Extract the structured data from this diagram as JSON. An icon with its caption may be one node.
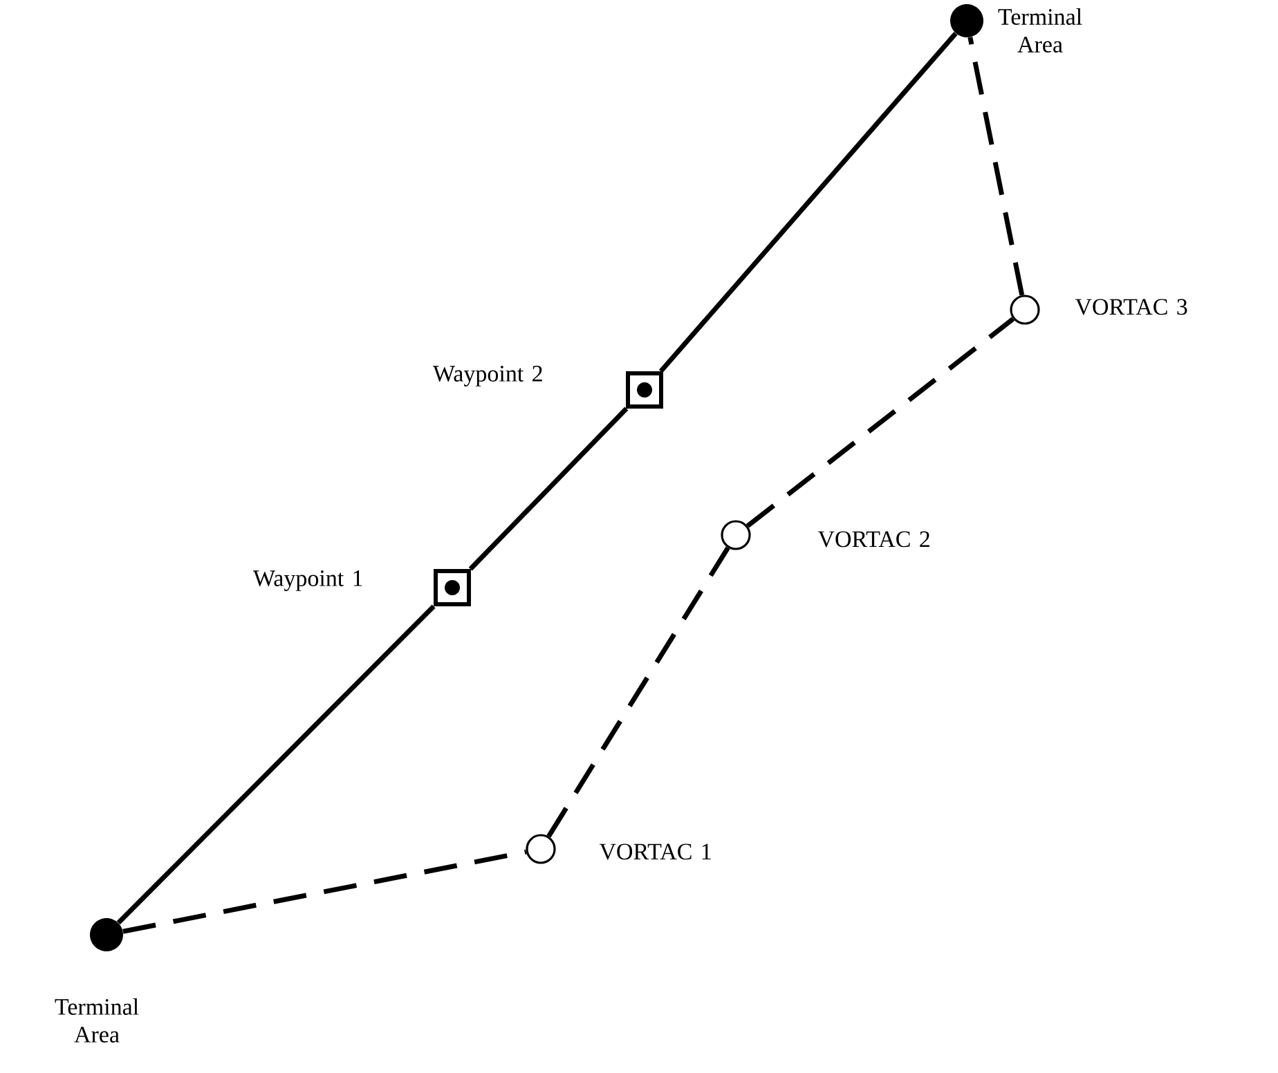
{
  "diagram": {
    "nodes": [
      {
        "text": [],
        "shape": "dot",
        "beside": [
          "Terminal Area"
        ]
      },
      {
        "text": [],
        "shape": "box",
        "beside": [
          "Waypoint 1"
        ]
      },
      {
        "text": [],
        "shape": "box",
        "beside": [
          "Waypoint 2"
        ]
      },
      {
        "text": [],
        "shape": "dot",
        "beside": [
          "Terminal Area"
        ]
      },
      {
        "text": [],
        "shape": "circle",
        "beside": [
          "VORTAC 1"
        ]
      },
      {
        "text": [],
        "shape": "circle",
        "beside": [
          "VORTAC 2"
        ]
      },
      {
        "text": [],
        "shape": "circle",
        "beside": [
          "VORTAC 3"
        ]
      }
    ],
    "edges": [
      {
        "from": 0,
        "to": 1,
        "arrow": "none"
      },
      {
        "from": 1,
        "to": 2,
        "arrow": "none"
      },
      {
        "from": 2,
        "to": 3,
        "arrow": "none"
      },
      {
        "from": 0,
        "to": 4,
        "arrow": "none",
        "style": "dashed"
      },
      {
        "from": 4,
        "to": 5,
        "arrow": "none",
        "style": "dashed"
      },
      {
        "from": 5,
        "to": 6,
        "arrow": "none",
        "style": "dashed"
      },
      {
        "from": 6,
        "to": 3,
        "arrow": "none",
        "style": "dashed"
      }
    ]
  }
}
